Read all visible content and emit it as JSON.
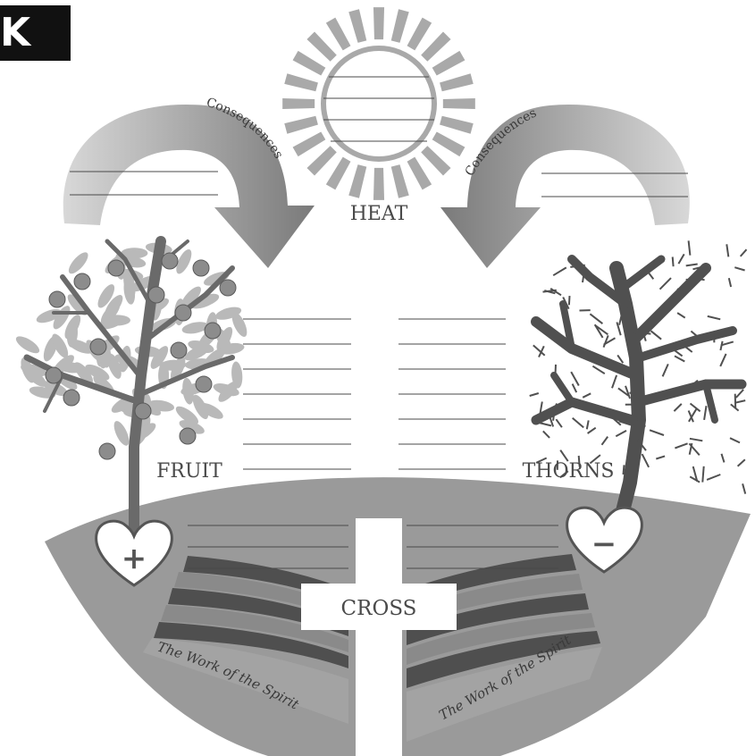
{
  "badge": {
    "letter": "K"
  },
  "sun": {
    "label": "HEAT"
  },
  "left_arrow": {
    "label": "Consequences"
  },
  "right_arrow": {
    "label": "Consequences"
  },
  "left_tree": {
    "label": "FRUIT",
    "heart_symbol": "+"
  },
  "right_tree": {
    "label": "THORNS",
    "heart_symbol": "−"
  },
  "cross": {
    "label": "CROSS"
  },
  "left_field": {
    "label": "The Work of the Spirit"
  },
  "right_field": {
    "label": "The Work of the Spirit"
  },
  "colors": {
    "ground": "#9a9a9a",
    "arrow_dark": "#7e7e7e",
    "arrow_light": "#cfcfcf",
    "sun_rays": "#a9a9a9",
    "tree_trunk": "#6a6a6a",
    "leaf": "#b9b9b9",
    "fruit": "#8c8c8c",
    "thorn_plant": "#505050",
    "stripe_dark": "#4f4f4f",
    "stripe_mid": "#8a8a8a",
    "text": "#4a4a4a"
  }
}
